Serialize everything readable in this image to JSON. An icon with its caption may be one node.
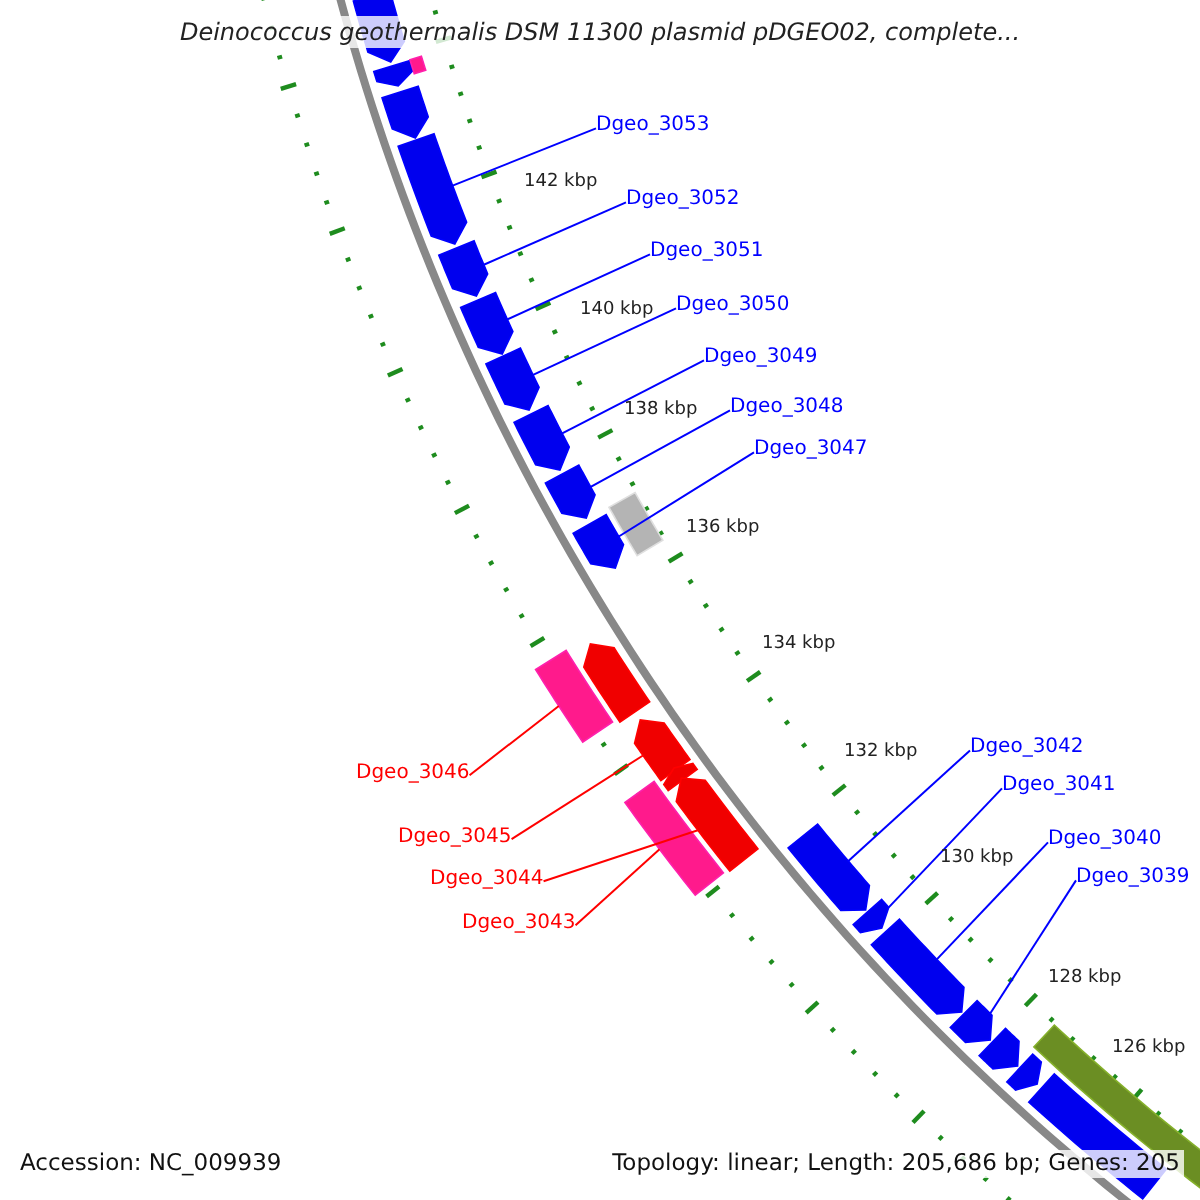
{
  "diagram": {
    "title": "Deinococcus geothermalis DSM 11300 plasmid pDGEO02, complete...",
    "nodes": [
      {
        "text": [
          "Dgeo_3053"
        ]
      },
      {
        "text": [
          "Dgeo_3052"
        ]
      },
      {
        "text": [
          "Dgeo_3051"
        ]
      },
      {
        "text": [
          "Dgeo_3050"
        ]
      },
      {
        "text": [
          "Dgeo_3049"
        ]
      },
      {
        "text": [
          "Dgeo_3048"
        ]
      },
      {
        "text": [
          "Dgeo_3047"
        ]
      },
      {
        "text": [
          "Dgeo_3046"
        ]
      },
      {
        "text": [
          "Dgeo_3045"
        ]
      },
      {
        "text": [
          "Dgeo_3044"
        ]
      },
      {
        "text": [
          "Dgeo_3043"
        ]
      },
      {
        "text": [
          "Dgeo_3042"
        ]
      },
      {
        "text": [
          "Dgeo_3041"
        ]
      },
      {
        "text": [
          "Dgeo_3040"
        ]
      },
      {
        "text": [
          "Dgeo_3039"
        ]
      },
      {
        "text": [],
        "shape": "arrow"
      },
      {
        "text": [],
        "shape": "arrow"
      },
      {
        "text": [],
        "shape": "bar"
      },
      {
        "text": [],
        "shape": "arrow"
      },
      {
        "text": [],
        "shape": "arrow"
      },
      {
        "text": [],
        "shape": "arrow"
      },
      {
        "text": [],
        "shape": "arrow"
      },
      {
        "text": [],
        "shape": "arrow"
      },
      {
        "text": [],
        "shape": "arrow"
      },
      {
        "text": [],
        "shape": "arrow"
      },
      {
        "text": [],
        "shape": "arrow"
      },
      {
        "text": [],
        "shape": "bar"
      },
      {
        "text": [],
        "shape": "arrow"
      },
      {
        "text": [],
        "shape": "bar"
      },
      {
        "text": [],
        "shape": "arrow"
      },
      {
        "text": [],
        "shape": "arrow"
      },
      {
        "text": [],
        "shape": "arrow"
      },
      {
        "text": [],
        "shape": "bar"
      },
      {
        "text": [],
        "shape": "arrow"
      },
      {
        "text": [],
        "shape": "arrow"
      },
      {
        "text": [],
        "shape": "arrow"
      },
      {
        "text": [],
        "shape": "arrow"
      },
      {
        "text": [],
        "shape": "arrow"
      },
      {
        "text": [],
        "shape": "arrow"
      },
      {
        "text": [],
        "shape": "bar"
      },
      {
        "text": [],
        "shape": "bar"
      }
    ],
    "edges": [
      {
        "from": 0,
        "to": 19,
        "arrow": "none"
      },
      {
        "from": 1,
        "to": 20,
        "arrow": "none"
      },
      {
        "from": 2,
        "to": 21,
        "arrow": "none"
      },
      {
        "from": 3,
        "to": 22,
        "arrow": "none"
      },
      {
        "from": 4,
        "to": 23,
        "arrow": "none"
      },
      {
        "from": 5,
        "to": 24,
        "arrow": "none"
      },
      {
        "from": 6,
        "to": 25,
        "arrow": "none"
      },
      {
        "from": 7,
        "to": 28,
        "arrow": "none",
        "color": "#ff0000"
      },
      {
        "from": 8,
        "to": 29,
        "arrow": "none",
        "color": "#ff0000"
      },
      {
        "from": 9,
        "to": 31,
        "arrow": "none",
        "color": "#ff0000"
      },
      {
        "from": 10,
        "to": 32,
        "arrow": "none",
        "color": "#ff0000"
      },
      {
        "from": 11,
        "to": 33,
        "arrow": "none"
      },
      {
        "from": 12,
        "to": 34,
        "arrow": "none"
      },
      {
        "from": 13,
        "to": 35,
        "arrow": "none"
      },
      {
        "from": 14,
        "to": 36,
        "arrow": "none"
      }
    ],
    "labels": [
      "142 kbp",
      "140 kbp",
      "138 kbp",
      "136 kbp",
      "134 kbp",
      "132 kbp",
      "130 kbp",
      "128 kbp",
      "126 kbp",
      "Accession: NC_009939",
      "Topology: linear; Length: 205,686 bp; Genes: 205"
    ]
  }
}
